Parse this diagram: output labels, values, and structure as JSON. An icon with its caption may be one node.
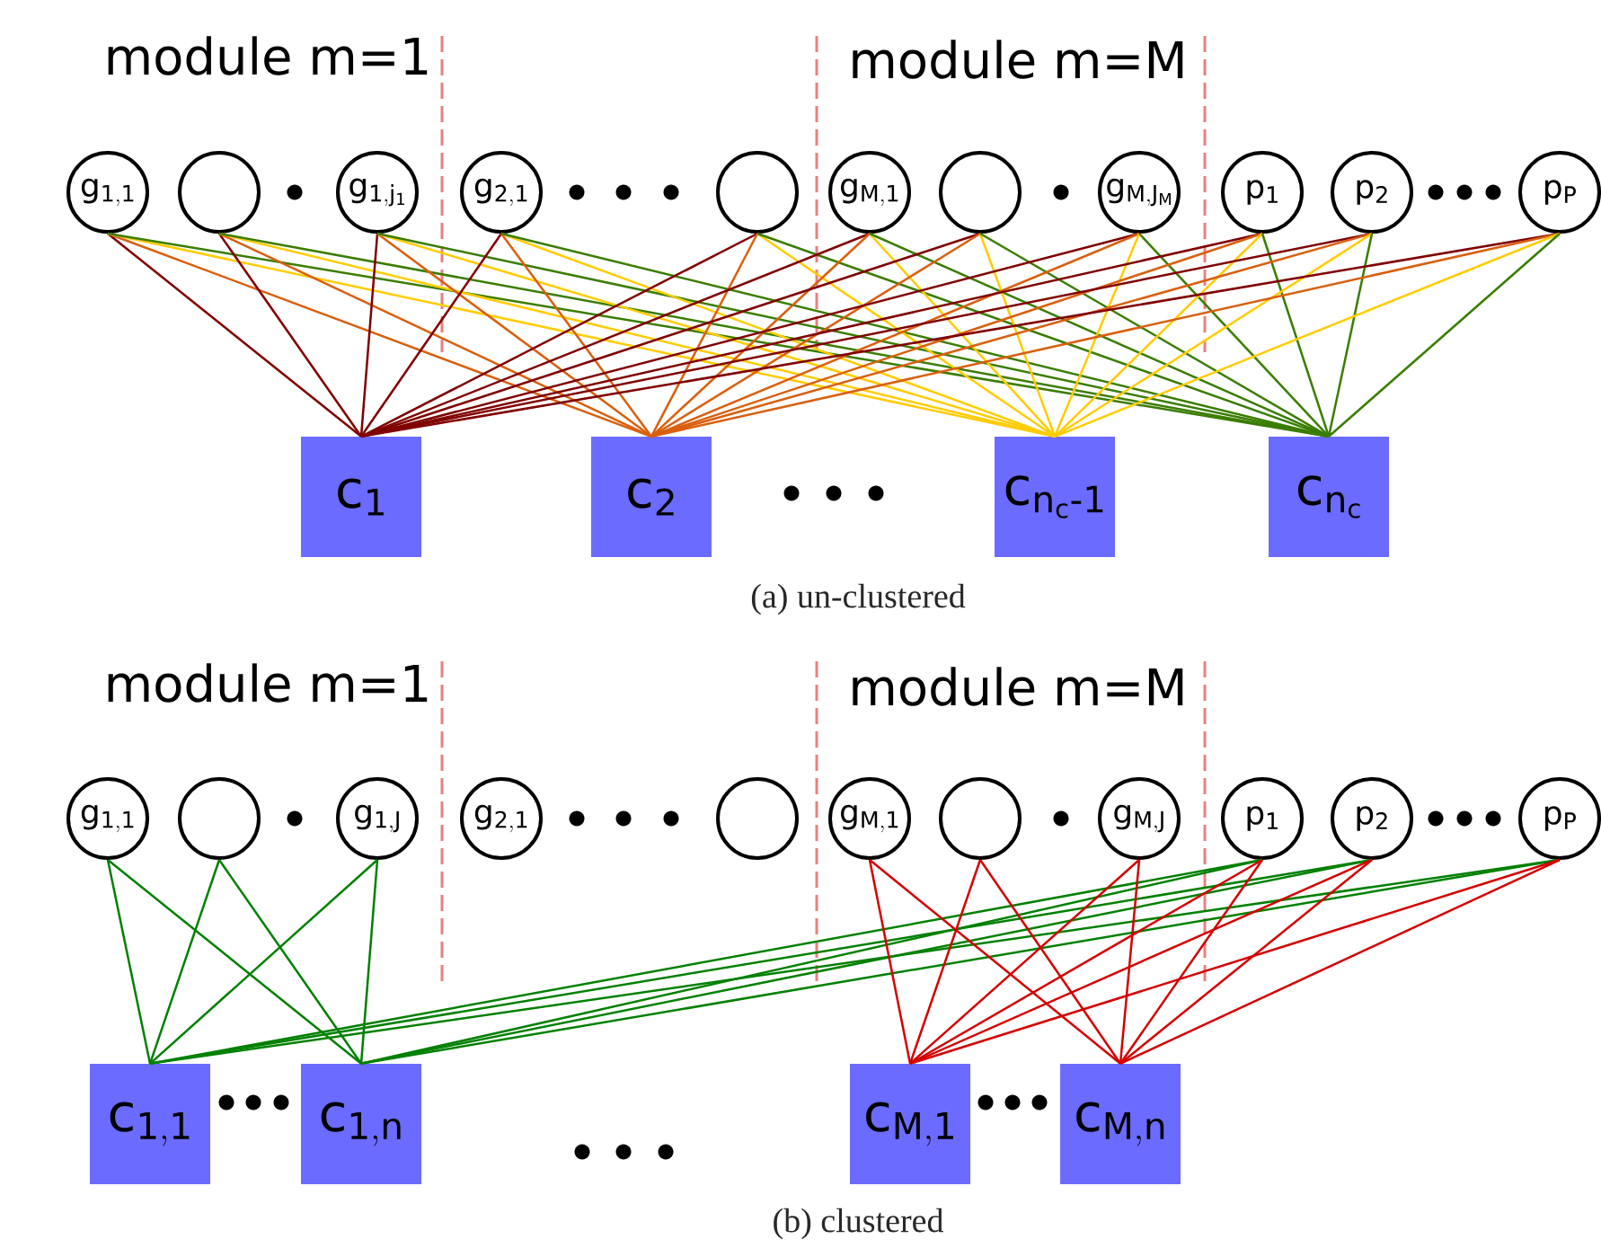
{
  "diagram": {
    "nodes": [
      {
        "text": [
          "\\mathsf{g_{1,1}}"
        ]
      },
      {
        "text": [],
        "shape": "circle"
      },
      {
        "text": [
          "\\mathsf{g_{1,j_1}}"
        ]
      },
      {
        "text": [
          "\\mathsf{g_{2,1}}"
        ]
      },
      {
        "text": [],
        "shape": "circle"
      },
      {
        "text": [
          "\\mathsf{g_{M,1}}"
        ]
      },
      {
        "text": [],
        "shape": "circle"
      },
      {
        "text": [
          "\\mathsf{g_{M,J_M}}"
        ]
      },
      {
        "text": [
          "\\mathsf{p_1}"
        ]
      },
      {
        "text": [
          "\\mathsf{p_2}"
        ]
      },
      {
        "text": [
          "\\mathsf{p_P}"
        ]
      },
      {
        "text": [
          "\\mathsf{c_1}"
        ]
      },
      {
        "text": [
          "\\mathsf{c_2}"
        ]
      },
      {
        "text": [
          "\\mathsf{c_{n_c\\text{-}1}}"
        ]
      },
      {
        "text": [
          "\\mathsf{c_{n_c}}"
        ]
      },
      {
        "text": [
          "\\mathsf{g_{1,1}}"
        ]
      },
      {
        "text": [],
        "shape": "circle"
      },
      {
        "text": [
          "\\mathsf{g_{1,J}}"
        ]
      },
      {
        "text": [
          "\\mathsf{g_{2,1}}"
        ]
      },
      {
        "text": [],
        "shape": "circle"
      },
      {
        "text": [
          "\\mathsf{g_{M,1}}"
        ]
      },
      {
        "text": [],
        "shape": "circle"
      },
      {
        "text": [
          "\\mathsf{g_{M,J}}"
        ]
      },
      {
        "text": [
          "\\mathsf{p_1}"
        ]
      },
      {
        "text": [
          "\\mathsf{p_2}"
        ]
      },
      {
        "text": [
          "\\mathsf{p_P}"
        ]
      },
      {
        "text": [
          "\\mathsf{c_{1,1}}"
        ]
      },
      {
        "text": [
          "\\mathsf{c_{1,n}}"
        ]
      },
      {
        "text": [
          "\\mathsf{c_{M,1}}"
        ]
      },
      {
        "text": [
          "\\mathsf{c_{M,n}}"
        ]
      }
    ],
    "edges": [
      {
        "from": 0,
        "to": 11,
        "arrow": "none",
        "color": "#800000"
      },
      {
        "from": 0,
        "to": 12,
        "arrow": "none",
        "color": "#d95f0e"
      },
      {
        "from": 0,
        "to": 13,
        "arrow": "none",
        "color": "#ffcc00"
      },
      {
        "from": 0,
        "to": 14,
        "arrow": "none",
        "color": "#3a7d00"
      },
      {
        "from": 1,
        "to": 11,
        "arrow": "none",
        "color": "#800000"
      },
      {
        "from": 1,
        "to": 12,
        "arrow": "none",
        "color": "#d95f0e"
      },
      {
        "from": 1,
        "to": 13,
        "arrow": "none",
        "color": "#ffcc00"
      },
      {
        "from": 1,
        "to": 14,
        "arrow": "none",
        "color": "#3a7d00"
      },
      {
        "from": 2,
        "to": 11,
        "arrow": "none",
        "color": "#800000"
      },
      {
        "from": 2,
        "to": 12,
        "arrow": "none",
        "color": "#d95f0e"
      },
      {
        "from": 2,
        "to": 13,
        "arrow": "none",
        "color": "#ffcc00"
      },
      {
        "from": 2,
        "to": 14,
        "arrow": "none",
        "color": "#3a7d00"
      },
      {
        "from": 3,
        "to": 11,
        "arrow": "none",
        "color": "#800000"
      },
      {
        "from": 3,
        "to": 12,
        "arrow": "none",
        "color": "#d95f0e"
      },
      {
        "from": 3,
        "to": 13,
        "arrow": "none",
        "color": "#ffcc00"
      },
      {
        "from": 3,
        "to": 14,
        "arrow": "none",
        "color": "#3a7d00"
      },
      {
        "from": 4,
        "to": 11,
        "arrow": "none",
        "color": "#800000"
      },
      {
        "from": 4,
        "to": 12,
        "arrow": "none",
        "color": "#d95f0e"
      },
      {
        "from": 4,
        "to": 13,
        "arrow": "none",
        "color": "#ffcc00"
      },
      {
        "from": 4,
        "to": 14,
        "arrow": "none",
        "color": "#3a7d00"
      },
      {
        "from": 5,
        "to": 11,
        "arrow": "none",
        "color": "#800000"
      },
      {
        "from": 5,
        "to": 12,
        "arrow": "none",
        "color": "#d95f0e"
      },
      {
        "from": 5,
        "to": 13,
        "arrow": "none",
        "color": "#ffcc00"
      },
      {
        "from": 5,
        "to": 14,
        "arrow": "none",
        "color": "#3a7d00"
      },
      {
        "from": 6,
        "to": 11,
        "arrow": "none",
        "color": "#800000"
      },
      {
        "from": 6,
        "to": 12,
        "arrow": "none",
        "color": "#d95f0e"
      },
      {
        "from": 6,
        "to": 13,
        "arrow": "none",
        "color": "#ffcc00"
      },
      {
        "from": 6,
        "to": 14,
        "arrow": "none",
        "color": "#3a7d00"
      },
      {
        "from": 7,
        "to": 11,
        "arrow": "none",
        "color": "#800000"
      },
      {
        "from": 7,
        "to": 12,
        "arrow": "none",
        "color": "#d95f0e"
      },
      {
        "from": 7,
        "to": 13,
        "arrow": "none",
        "color": "#ffcc00"
      },
      {
        "from": 7,
        "to": 14,
        "arrow": "none",
        "color": "#3a7d00"
      },
      {
        "from": 8,
        "to": 11,
        "arrow": "none",
        "color": "#800000"
      },
      {
        "from": 8,
        "to": 12,
        "arrow": "none",
        "color": "#d95f0e"
      },
      {
        "from": 8,
        "to": 13,
        "arrow": "none",
        "color": "#ffcc00"
      },
      {
        "from": 8,
        "to": 14,
        "arrow": "none",
        "color": "#3a7d00"
      },
      {
        "from": 9,
        "to": 11,
        "arrow": "none",
        "color": "#800000"
      },
      {
        "from": 9,
        "to": 12,
        "arrow": "none",
        "color": "#d95f0e"
      },
      {
        "from": 9,
        "to": 13,
        "arrow": "none",
        "color": "#ffcc00"
      },
      {
        "from": 9,
        "to": 14,
        "arrow": "none",
        "color": "#3a7d00"
      },
      {
        "from": 10,
        "to": 11,
        "arrow": "none",
        "color": "#800000"
      },
      {
        "from": 10,
        "to": 12,
        "arrow": "none",
        "color": "#d95f0e"
      },
      {
        "from": 10,
        "to": 13,
        "arrow": "none",
        "color": "#ffcc00"
      },
      {
        "from": 10,
        "to": 14,
        "arrow": "none",
        "color": "#3a7d00"
      },
      {
        "from": 15,
        "to": 26,
        "arrow": "none",
        "color": "#008000"
      },
      {
        "from": 15,
        "to": 27,
        "arrow": "none",
        "color": "#008000"
      },
      {
        "from": 16,
        "to": 26,
        "arrow": "none",
        "color": "#008000"
      },
      {
        "from": 16,
        "to": 27,
        "arrow": "none",
        "color": "#008000"
      },
      {
        "from": 17,
        "to": 26,
        "arrow": "none",
        "color": "#008000"
      },
      {
        "from": 17,
        "to": 27,
        "arrow": "none",
        "color": "#008000"
      },
      {
        "from": 23,
        "to": 26,
        "arrow": "none",
        "color": "#008000"
      },
      {
        "from": 23,
        "to": 27,
        "arrow": "none",
        "color": "#008000"
      },
      {
        "from": 24,
        "to": 26,
        "arrow": "none",
        "color": "#008000"
      },
      {
        "from": 24,
        "to": 27,
        "arrow": "none",
        "color": "#008000"
      },
      {
        "from": 25,
        "to": 26,
        "arrow": "none",
        "color": "#008000"
      },
      {
        "from": 25,
        "to": 27,
        "arrow": "none",
        "color": "#008000"
      },
      {
        "from": 20,
        "to": 28,
        "arrow": "none",
        "color": "#d40000"
      },
      {
        "from": 20,
        "to": 29,
        "arrow": "none",
        "color": "#d40000"
      },
      {
        "from": 21,
        "to": 28,
        "arrow": "none",
        "color": "#d40000"
      },
      {
        "from": 21,
        "to": 29,
        "arrow": "none",
        "color": "#d40000"
      },
      {
        "from": 22,
        "to": 28,
        "arrow": "none",
        "color": "#d40000"
      },
      {
        "from": 22,
        "to": 29,
        "arrow": "none",
        "color": "#d40000"
      },
      {
        "from": 23,
        "to": 28,
        "arrow": "none",
        "color": "#d40000"
      },
      {
        "from": 23,
        "to": 29,
        "arrow": "none",
        "color": "#d40000"
      },
      {
        "from": 24,
        "to": 28,
        "arrow": "none",
        "color": "#d40000"
      },
      {
        "from": 24,
        "to": 29,
        "arrow": "none",
        "color": "#d40000"
      },
      {
        "from": 25,
        "to": 28,
        "arrow": "none",
        "color": "#d40000"
      },
      {
        "from": 25,
        "to": 29,
        "arrow": "none",
        "color": "#d40000"
      }
    ],
    "labels": [
      "module m=1",
      "module m=M",
      "(a) un-clustered",
      "module m=1",
      "module m=M",
      "(b) clustered"
    ]
  }
}
